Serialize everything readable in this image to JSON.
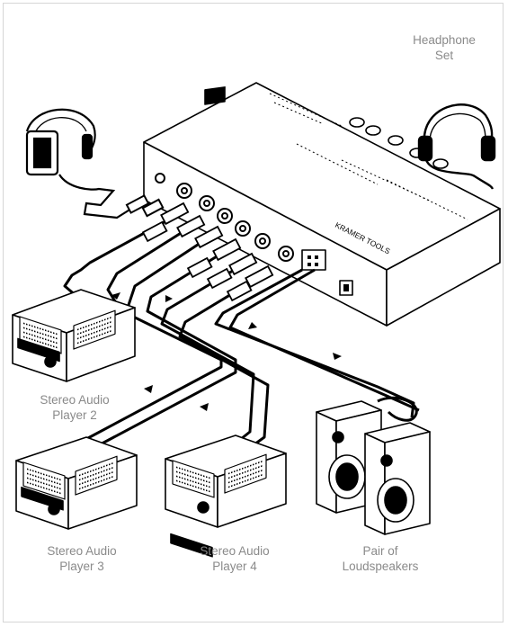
{
  "captions": {
    "headphone": {
      "line1": "Headphone",
      "line2": "Set"
    },
    "player2": {
      "line1": "Stereo Audio",
      "line2": "Player 2"
    },
    "player3": {
      "line1": "Stereo Audio",
      "line2": "Player 3"
    },
    "player4": {
      "line1": "Stereo Audio",
      "line2": "Player 4"
    },
    "speakers": {
      "line1": "Pair of",
      "line2": "Loudspeakers"
    }
  },
  "device": {
    "brand_label": "KRAMER TOOLS"
  }
}
